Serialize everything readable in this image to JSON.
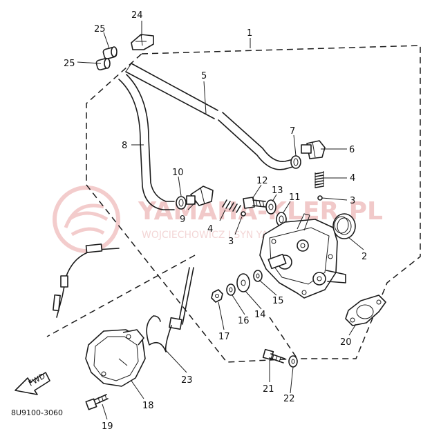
{
  "watermark": {
    "brand": "YAMAHA-KLER.PL",
    "tagline": "WOJCIECHOWICZ I SYN YAMAHA"
  },
  "drawing_code": "8U9100-3060",
  "direction_label": "FWD",
  "callouts": [
    {
      "id": "c1",
      "label": "1"
    },
    {
      "id": "c2",
      "label": "2"
    },
    {
      "id": "c3a",
      "label": "3"
    },
    {
      "id": "c3b",
      "label": "3"
    },
    {
      "id": "c4a",
      "label": "4"
    },
    {
      "id": "c4b",
      "label": "4"
    },
    {
      "id": "c5",
      "label": "5"
    },
    {
      "id": "c6",
      "label": "6"
    },
    {
      "id": "c7",
      "label": "7"
    },
    {
      "id": "c8",
      "label": "8"
    },
    {
      "id": "c9",
      "label": "9"
    },
    {
      "id": "c10",
      "label": "10"
    },
    {
      "id": "c11",
      "label": "11"
    },
    {
      "id": "c12",
      "label": "12"
    },
    {
      "id": "c13",
      "label": "13"
    },
    {
      "id": "c14",
      "label": "14"
    },
    {
      "id": "c15",
      "label": "15"
    },
    {
      "id": "c16",
      "label": "16"
    },
    {
      "id": "c17",
      "label": "17"
    },
    {
      "id": "c18",
      "label": "18"
    },
    {
      "id": "c19",
      "label": "19"
    },
    {
      "id": "c20",
      "label": "20"
    },
    {
      "id": "c21",
      "label": "21"
    },
    {
      "id": "c22",
      "label": "22"
    },
    {
      "id": "c23",
      "label": "23"
    },
    {
      "id": "c24",
      "label": "24"
    },
    {
      "id": "c25a",
      "label": "25"
    },
    {
      "id": "c25b",
      "label": "25"
    }
  ]
}
